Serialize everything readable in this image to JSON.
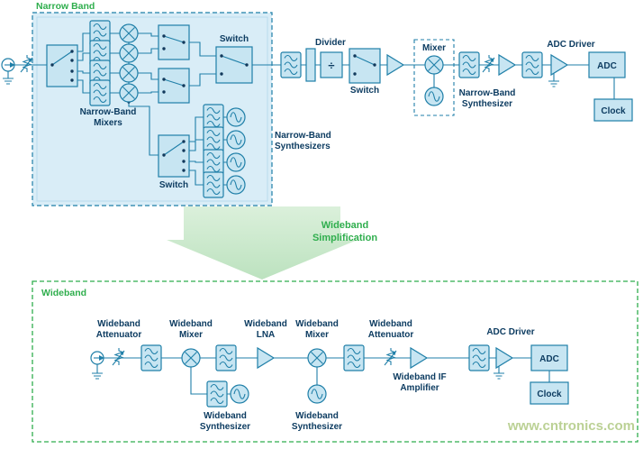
{
  "colors": {
    "outline": "#1f7fa8",
    "component-fill": "#c7e5f2",
    "panel-fill": "#d9edf7",
    "label": "#0d3c61",
    "green": "#2fae4d",
    "arrow-fill-top": "#dbf0db",
    "arrow-fill-bottom": "#bce2bf",
    "watermark": "#b8cf90",
    "background": "#ffffff"
  },
  "narrow_band": {
    "title": "Narrow Band",
    "mixers_label": [
      "Narrow-Band",
      "Mixers"
    ],
    "bank_switch_label": "Switch",
    "synth_switch_label": "Switch",
    "synths_label": [
      "Narrow-Band",
      "Synthesizers"
    ],
    "divider_label": "Divider",
    "divider_symbol": "÷",
    "divider_switch_label": "Switch",
    "mixer_box_label": "Mixer",
    "synth_label": [
      "Narrow-Band",
      "Synthesizer"
    ],
    "adc_driver_label": "ADC Driver",
    "adc_label": "ADC",
    "clock_label": "Clock"
  },
  "transition": {
    "label": [
      "Wideband",
      "Simplification"
    ]
  },
  "wideband": {
    "title": "Wideband",
    "attenuator_in_label": [
      "Wideband",
      "Attenuator"
    ],
    "mixer1_label": [
      "Wideband",
      "Mixer"
    ],
    "lna_label": [
      "Wideband",
      "LNA"
    ],
    "mixer2_label": [
      "Wideband",
      "Mixer"
    ],
    "attenuator_if_label": [
      "Wideband",
      "Attenuator"
    ],
    "if_amp_label": [
      "Wideband IF",
      "Amplifier"
    ],
    "synth1_label": [
      "Wideband",
      "Synthesizer"
    ],
    "synth2_label": [
      "Wideband",
      "Synthesizer"
    ],
    "adc_driver_label": "ADC Driver",
    "adc_label": "ADC",
    "clock_label": "Clock"
  },
  "watermark": "www.cntronics.com"
}
